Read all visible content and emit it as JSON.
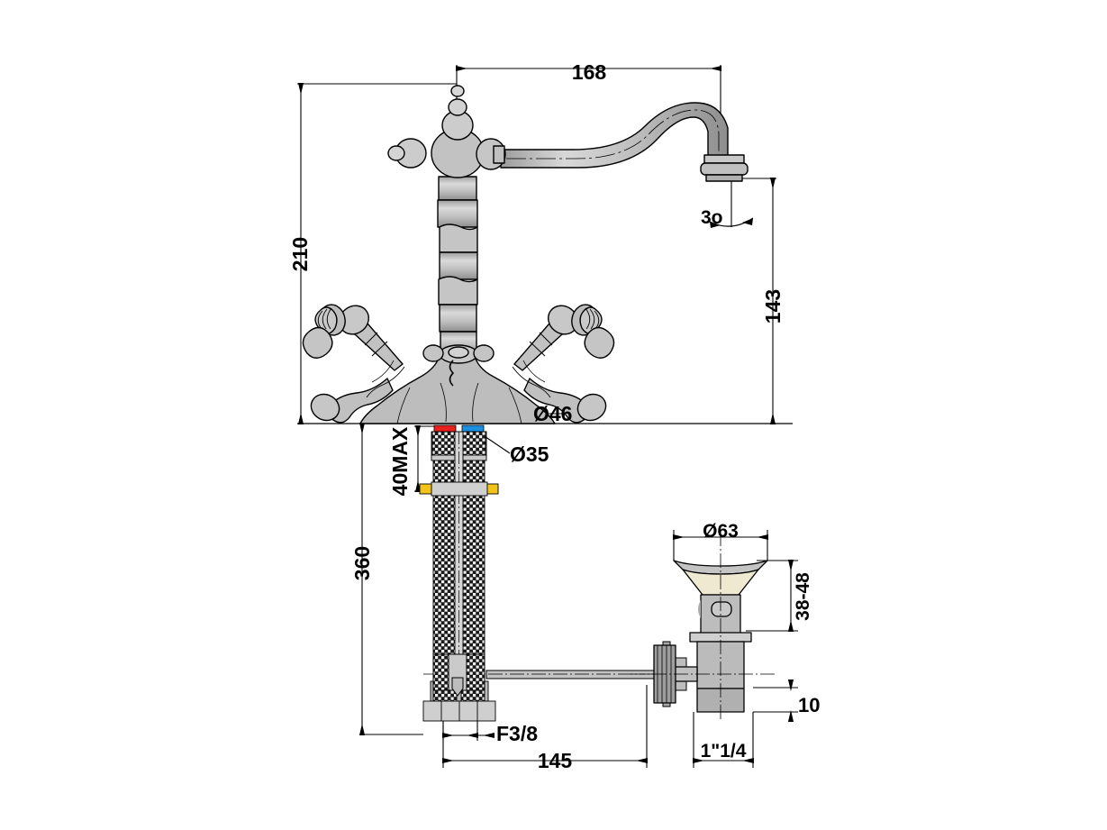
{
  "drawing": {
    "title": "Two-handle basin mixer tap with pop-up waste — dimensioned technical drawing",
    "units": "mm",
    "background_color": "#ffffff",
    "line_color": "#000000",
    "metal_fill": "#b9b9b9",
    "metal_fill_light": "#d2d2d2",
    "metal_fill_dark": "#8f8f8f",
    "flange_fill": "#efe9d2",
    "hot_marker_color": "#e8201f",
    "cold_marker_color": "#1d8fe0",
    "brass_color": "#f2c41a"
  },
  "dimensions": {
    "spout_reach": {
      "label": "168",
      "orientation": "horizontal",
      "location": "top"
    },
    "overall_height": {
      "label": "210",
      "orientation": "vertical",
      "location": "left"
    },
    "spout_height": {
      "label": "143",
      "orientation": "vertical",
      "location": "right"
    },
    "hose_length": {
      "label": "360",
      "orientation": "vertical",
      "location": "left-lower"
    },
    "max_deck_thickness": {
      "label": "40MAX",
      "orientation": "vertical",
      "location": "under-deck"
    },
    "body_base_diameter": {
      "label": "Ø46",
      "orientation": "leader",
      "location": "deck-right"
    },
    "tap_hole_diameter": {
      "label": "Ø35",
      "orientation": "leader",
      "location": "below-deck"
    },
    "spout_tilt_angle": {
      "label": "3o",
      "orientation": "angular",
      "location": "spout-tip"
    },
    "waste_flange_diameter": {
      "label": "Ø63",
      "orientation": "horizontal",
      "location": "waste-top"
    },
    "waste_adjust_range": {
      "label": "38-48",
      "orientation": "vertical",
      "location": "waste-right"
    },
    "waste_outlet_offset": {
      "label": "10",
      "orientation": "vertical",
      "location": "waste-lower-right"
    },
    "waste_thread_size": {
      "label": "1\"1/4",
      "orientation": "horizontal",
      "location": "waste-bottom"
    },
    "inlet_thread_size": {
      "label": "F3/8",
      "orientation": "leader",
      "location": "tap-bottom"
    },
    "rod_span": {
      "label": "145",
      "orientation": "horizontal",
      "location": "bottom"
    }
  }
}
